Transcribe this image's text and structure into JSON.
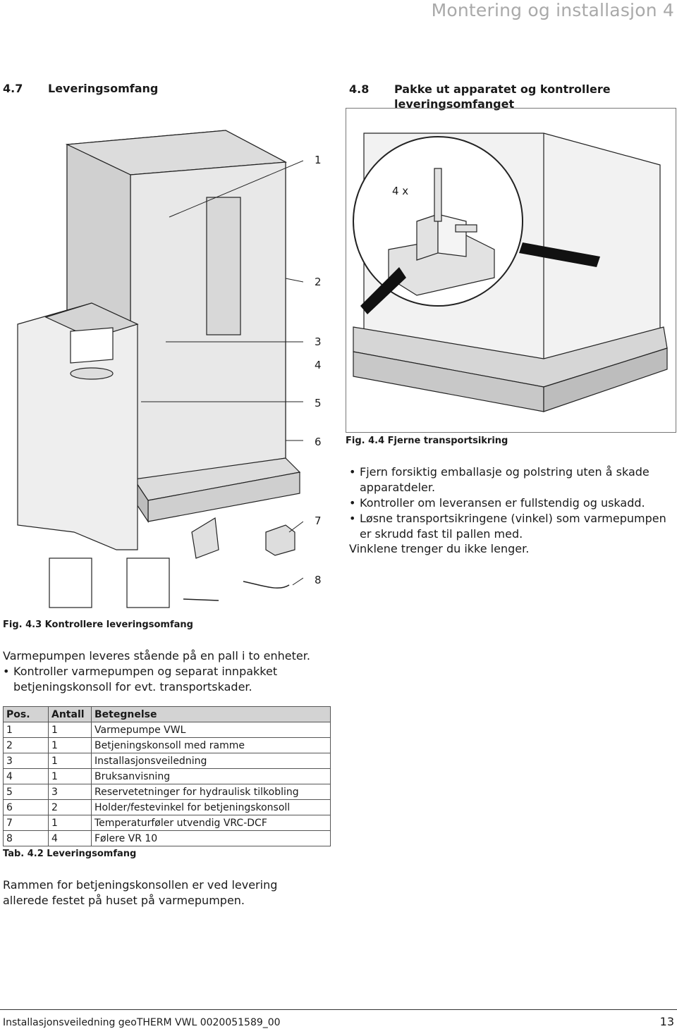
{
  "header": {
    "title": "Montering og installasjon 4"
  },
  "left": {
    "section_num": "4.7",
    "section_title": "Leveringsomfang",
    "callouts": [
      "1",
      "2",
      "3",
      "4",
      "5",
      "6",
      "7",
      "8"
    ],
    "fig_caption": "Fig. 4.3 Kontrollere leveringsomfang",
    "intro": "Varmepumpen leveres stående på en pall i to enheter.",
    "bullets": [
      "Kontroller varmepumpen og separat innpakket betjeningskonsoll for evt. transportskader."
    ],
    "table": {
      "headers": [
        "Pos.",
        "Antall",
        "Betegnelse"
      ],
      "rows": [
        [
          "1",
          "1",
          "Varmepumpe VWL"
        ],
        [
          "2",
          "1",
          "Betjeningskonsoll med ramme"
        ],
        [
          "3",
          "1",
          "Installasjonsveiledning"
        ],
        [
          "4",
          "1",
          "Bruksanvisning"
        ],
        [
          "5",
          "3",
          "Reservetetninger for hydraulisk tilkobling"
        ],
        [
          "6",
          "2",
          "Holder/festevinkel for betjeningskonsoll"
        ],
        [
          "7",
          "1",
          "Temperaturføler utvendig VRC-DCF"
        ],
        [
          "8",
          "4",
          "Følere VR 10"
        ]
      ],
      "caption": "Tab. 4.2 Leveringsomfang"
    },
    "note": "Rammen for betjeningskonsollen er ved levering allerede festet på huset på varmepumpen."
  },
  "right": {
    "section_num": "4.8",
    "section_title": "Pakke ut apparatet og kontrollere leveringsomfanget",
    "fig_label": "4 x",
    "fig_caption": "Fig. 4.4 Fjerne transportsikring",
    "bullets": [
      "Fjern forsiktig emballasje og polstring uten å skade apparatdeler.",
      "Kontroller om leveransen er fullstendig og uskadd.",
      "Løsne transportsikringene (vinkel) som varmepumpen er skrudd fast til pallen med."
    ],
    "after_text": "Vinklene trenger du ikke lenger."
  },
  "footer": {
    "left": "Installasjonsveiledning geoTHERM VWL 0020051589_00",
    "page": "13"
  }
}
